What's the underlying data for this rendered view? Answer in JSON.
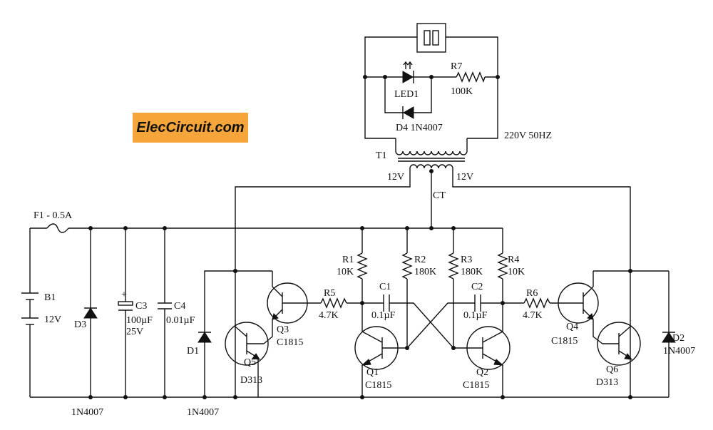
{
  "brand": {
    "text": "ElecCircuit.com",
    "color": "#f6a53a"
  },
  "labels": {
    "r7": "R7",
    "r7v": "100K",
    "led1": "LED1",
    "d4": "D4 1N4007",
    "mains": "220V 50HZ",
    "t1": "T1",
    "v_left": "12V",
    "v_right": "12V",
    "ct": "CT",
    "f1": "F1 - 0.5A",
    "b1": "B1",
    "b1v": "12V",
    "d3": "D3",
    "d3p": "1N4007",
    "c3": "C3",
    "c3v1": "100µF",
    "c3v2": "25V",
    "c4": "C4",
    "c4v": "0.01µF",
    "d1": "D1",
    "d1p": "1N4007",
    "q5": "Q5",
    "q5p": "D313",
    "q3": "Q3",
    "q3p": "C1815",
    "r5": "R5",
    "r5v": "4.7K",
    "r1": "R1",
    "r1v": "10K",
    "r2": "R2",
    "r2v": "180K",
    "r3": "R3",
    "r3v": "180K",
    "r4": "R4",
    "r4v": "10K",
    "c1": "C1",
    "c1v": "0.1µF",
    "c2": "C2",
    "c2v": "0.1µF",
    "q1": "Q1",
    "q1p": "C1815",
    "q2": "Q2",
    "q2p": "C1815",
    "r6": "R6",
    "r6v": "4.7K",
    "q4": "Q4",
    "q4p": "C1815",
    "q6": "Q6",
    "q6p": "D313",
    "d2": "D2",
    "d2p": "1N4007"
  }
}
